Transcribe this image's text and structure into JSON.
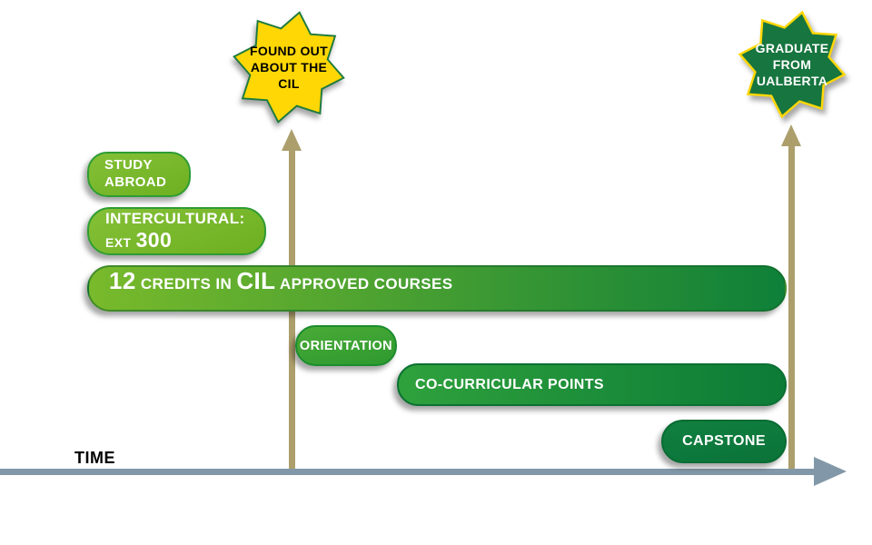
{
  "stars": {
    "found_out": {
      "line1": "FOUND OUT",
      "line2": "ABOUT THE",
      "line3": "CIL",
      "fill": "#ffd705",
      "stroke": "#1d7a3e",
      "text_color": "#000000"
    },
    "graduate": {
      "line1": "GRADUATE",
      "line2": "FROM",
      "line3": "UALBERTA",
      "fill": "#17753f",
      "stroke": "#ffd705",
      "text_color": "#ffffff"
    }
  },
  "pills": {
    "study_abroad": {
      "line1": "STUDY",
      "line2": "ABROAD"
    },
    "intercultural": {
      "line1": "INTERCULTURAL:",
      "ext": "EXT",
      "number": "300"
    },
    "credits": {
      "big1": "12",
      "small1": " CREDITS IN ",
      "big2": "CIL",
      "small2": " APPROVED COURSES"
    },
    "orientation": {
      "label": "ORIENTATION"
    },
    "co_curricular": {
      "label": "CO-CURRICULAR POINTS"
    },
    "capstone": {
      "label": "CAPSTONE"
    }
  },
  "timeline": {
    "label": "TIME"
  },
  "colors": {
    "light_green_pill": "#76b82a",
    "medium_green_pill": "#3aa032",
    "dark_green_pill": "#0e7d3c",
    "gradient_bar_start": "#79ba2b",
    "gradient_bar_end": "#0e8039",
    "milestone_arrow": "#ac9f6c",
    "time_axis": "#8298a8",
    "star_yellow": "#ffd705",
    "star_green": "#17753f"
  }
}
